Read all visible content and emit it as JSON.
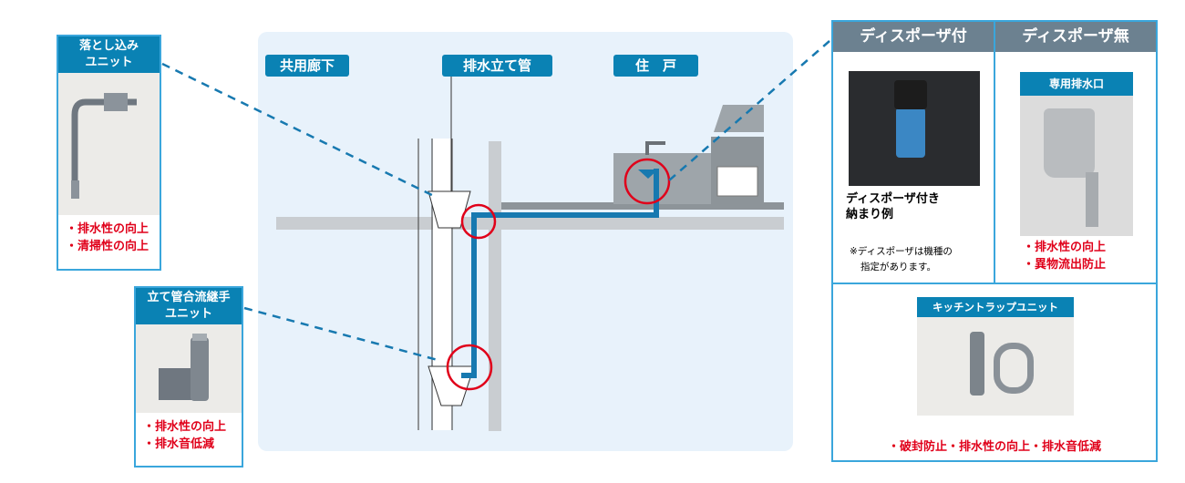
{
  "drop_unit": {
    "title_line1": "落とし込み",
    "title_line2": "ユニット",
    "benefits": [
      "・排水性の向上",
      "・清掃性の向上"
    ]
  },
  "stack_joint_unit": {
    "title_line1": "立て管合流継手",
    "title_line2": "ユニット",
    "benefits": [
      "・排水性の向上",
      "・排水音低減"
    ]
  },
  "diagram": {
    "labels": {
      "corridor": "共用廊下",
      "stack": "排水立て管",
      "dwelling": "住　戸"
    }
  },
  "right_panel": {
    "col_with": {
      "header": "ディスポーザ付",
      "caption_line1": "ディスポーザ付き",
      "caption_line2": "納まり例",
      "note_line1": "※ディスポーザは機種の",
      "note_line2": "指定があります。"
    },
    "col_without": {
      "header": "ディスポーザ無",
      "photo_label": "専用排水口",
      "benefits": [
        "・排水性の向上",
        "・異物流出防止"
      ]
    },
    "trap_unit": {
      "label": "キッチントラップユニット",
      "benefits": "・破封防止・排水性の向上・排水音低減"
    }
  },
  "colors": {
    "accent_blue": "#0a82b4",
    "highlight_red": "#e0001a",
    "header_gray": "#6c8190"
  }
}
